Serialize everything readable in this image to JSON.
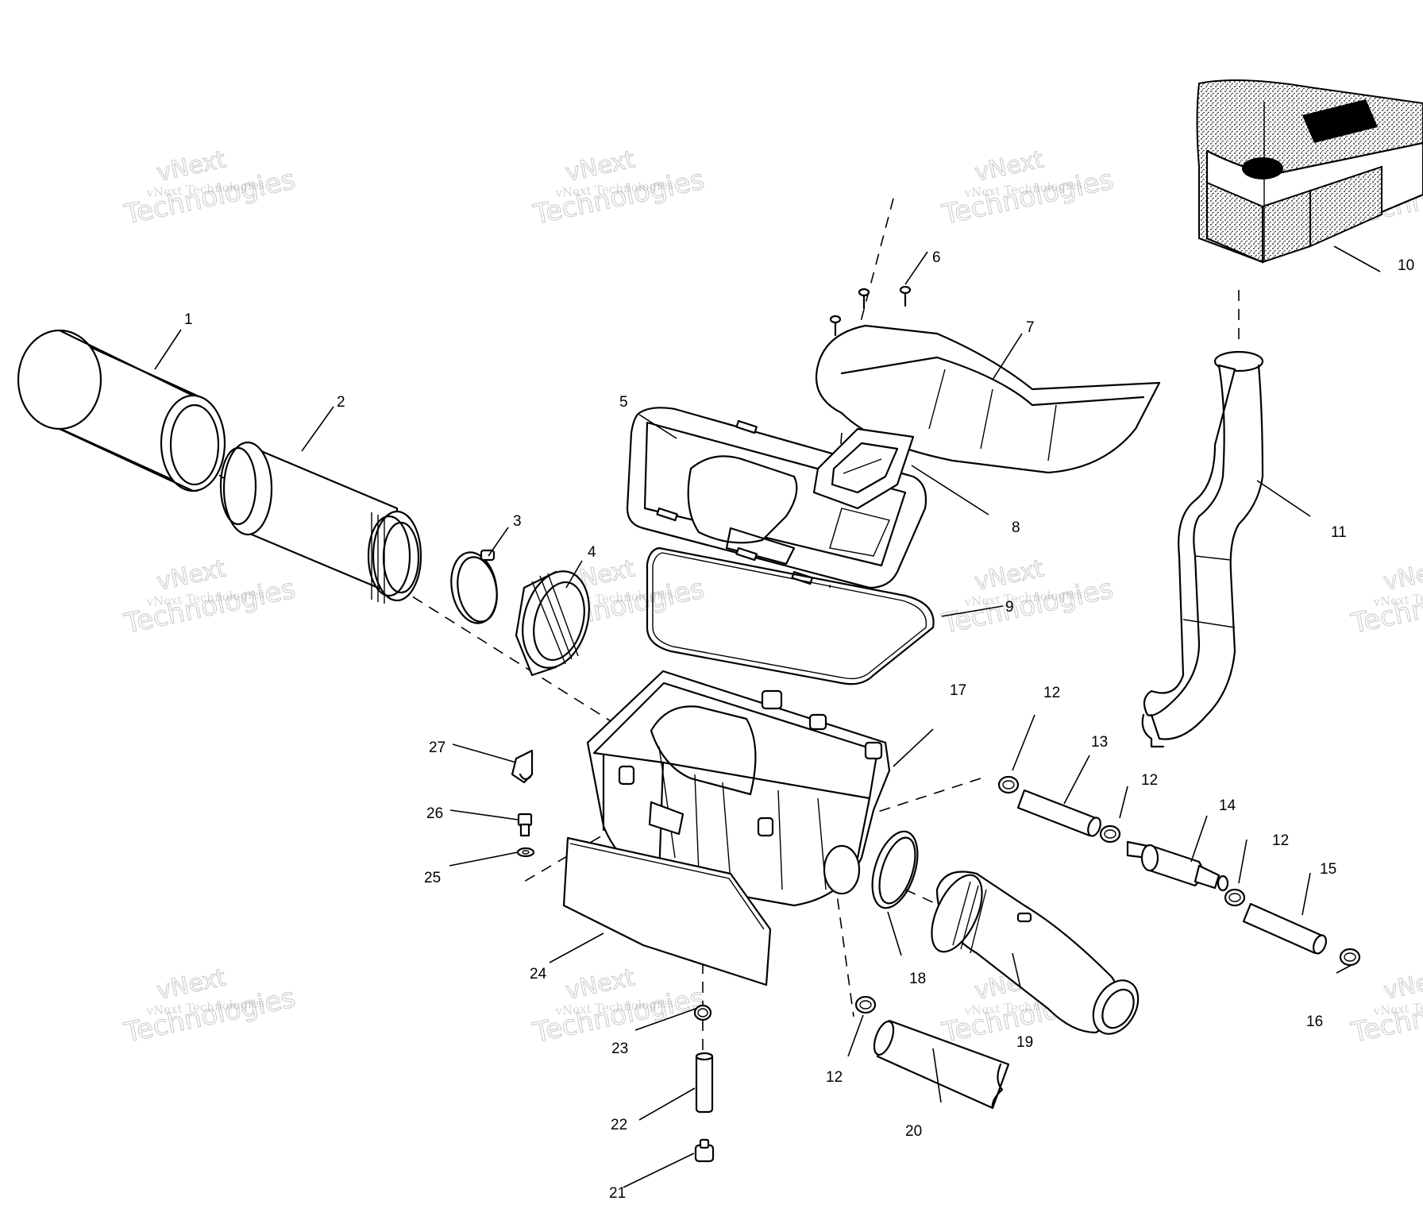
{
  "watermark": {
    "line1": "vNext",
    "line2": "vNext Technologies",
    "line3": "Technologies"
  },
  "callouts": {
    "c1": "1",
    "c2": "2",
    "c3": "3",
    "c4": "4",
    "c5": "5",
    "c6": "6",
    "c7": "7",
    "c8": "8",
    "c9": "9",
    "c10": "10",
    "c11": "11",
    "c12a": "12",
    "c12b": "12",
    "c12c": "12",
    "c12d": "12",
    "c13": "13",
    "c14": "14",
    "c15": "15",
    "c16": "16",
    "c17": "17",
    "c18": "18",
    "c19": "19",
    "c20": "20",
    "c21": "21",
    "c22": "22",
    "c23": "23",
    "c24": "24",
    "c25": "25",
    "c26": "26",
    "c27": "27"
  }
}
